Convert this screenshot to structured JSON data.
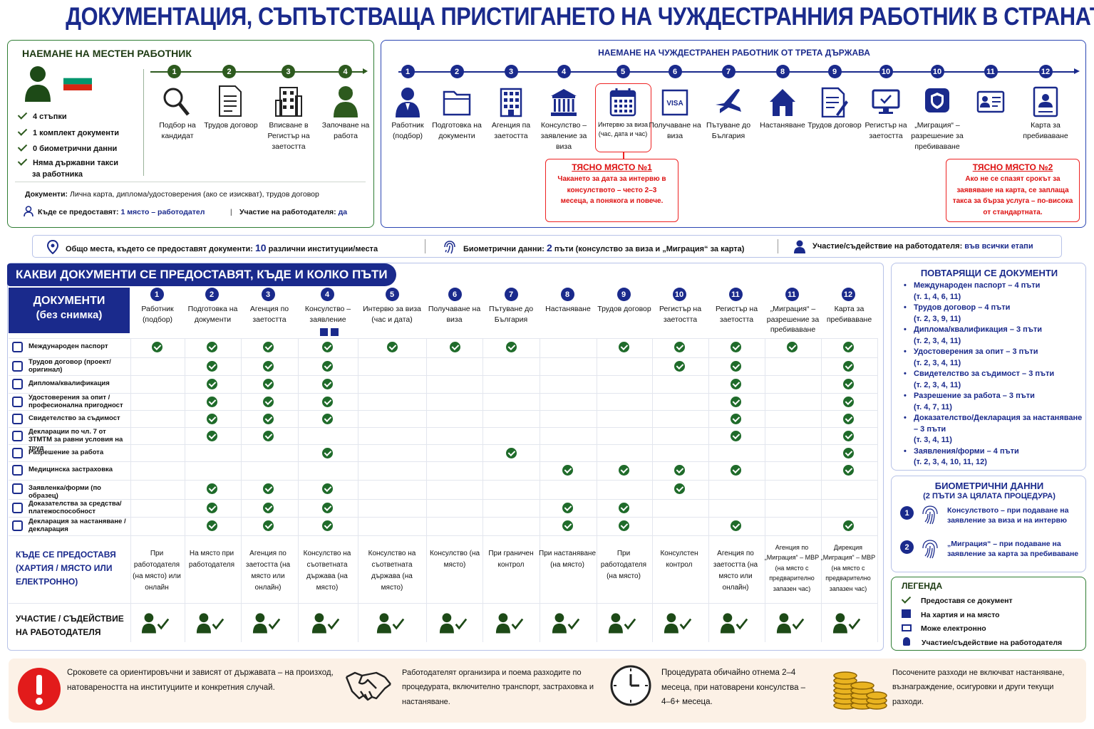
{
  "title": "ДОКУМЕНТАЦИЯ, СЪПЪТСТВАЩА ПРИСТИГАНЕТО НА ЧУЖДЕСТРАННИЯ РАБОТНИК В СТРАНАТА",
  "local": {
    "heading": "НАЕМАНЕ НА МЕСТЕН РАБОТНИК",
    "facts": [
      "4 стъпки",
      "1 комплект документи",
      "0 биометрични данни",
      "Няма държавни такси за работника"
    ],
    "steps": [
      {
        "n": "1",
        "label": "Подбор на кандидат"
      },
      {
        "n": "2",
        "label": "Трудов договор"
      },
      {
        "n": "3",
        "label": "Вписване в Регистър на заетостта"
      },
      {
        "n": "4",
        "label": "Започване на работа"
      }
    ],
    "documents_label": "Документи:",
    "documents_text": "Лична карта, диплома/удостоверения (ако се изискват), трудов договор",
    "where_label": "Къде се предоставят:",
    "where_text": "1 място – работодател",
    "participation_label": "Участие на работодателя:",
    "participation_text": "да"
  },
  "foreign": {
    "heading": "НАЕМАНЕ НА ЧУЖДЕСТРАНЕН РАБОТНИК ОТ ТРЕТА ДЪРЖАВА",
    "steps": [
      {
        "n": "1",
        "label": "Работник (подбор)"
      },
      {
        "n": "2",
        "label": "Подготовка на документи"
      },
      {
        "n": "3",
        "label": "Агенция па заетостта"
      },
      {
        "n": "4",
        "label": "Консулство – заявление за виза"
      },
      {
        "n": "5",
        "label": "Интервю за виза (час, дата и час)"
      },
      {
        "n": "6",
        "label": "Получаване на виза"
      },
      {
        "n": "7",
        "label": "Пътуване до България"
      },
      {
        "n": "8",
        "label": "Настаняване"
      },
      {
        "n": "9",
        "label": "Трудов договор"
      },
      {
        "n": "10",
        "label": "Регистър на заетостта"
      },
      {
        "n": "10",
        "label": "„Миграция“ – разрешение за пребиваване"
      },
      {
        "n": "11",
        "label": ""
      },
      {
        "n": "12",
        "label": "Карта за пребиваване"
      }
    ],
    "visa_text": "VISA",
    "bottleneck1_title": "ТЯСНО МЯСТО №1",
    "bottleneck1_text": "Чакането за дата за интервю в консулството – често 2–3 месеца, а понякога и повече.",
    "bottleneck2_title": "ТЯСНО МЯСТО №2",
    "bottleneck2_text": "Ако не се спазят срокът за заявяване на карта, се заплаща такса за бърза услуга – по-висока от стандартната."
  },
  "summary": {
    "places_label": "Общо места, където се предоставят документи:",
    "places_num": "10",
    "places_text": "различни институции/места",
    "bio_label": "Биометрични данни:",
    "bio_num": "2",
    "bio_text": "пъти (консулство за виза и „Миграция“ за карта)",
    "part_label": "Участие/съдействие на работодателя:",
    "part_text": "във всички етапи"
  },
  "table": {
    "section_title": "КАКВИ ДОКУМЕНТИ СЕ ПРЕДОСТАВЯТ, КЪДЕ И КОЛКО ПЪТИ",
    "doc_header": "ДОКУМЕНТИ",
    "doc_sub": "(без снимка)",
    "columns": [
      {
        "n": "1",
        "label": "Работник (подбор)"
      },
      {
        "n": "2",
        "label": "Подготовка на документи"
      },
      {
        "n": "3",
        "label": "Агенция по заетостта"
      },
      {
        "n": "4",
        "label": "Консулство – заявление"
      },
      {
        "n": "5",
        "label": "Интервю за виза (час и дата)"
      },
      {
        "n": "6",
        "label": "Получаване на виза"
      },
      {
        "n": "7",
        "label": "Пътуване до България"
      },
      {
        "n": "8",
        "label": "Настаняване"
      },
      {
        "n": "9",
        "label": "Трудов договор"
      },
      {
        "n": "10",
        "label": "Регистър на заетостта"
      },
      {
        "n": "11",
        "label": "Регистър на заетостта"
      },
      {
        "n": "11",
        "label": "„Миграция“ – разрешение за пребиваване"
      },
      {
        "n": "12",
        "label": "Карта за пребиваване"
      }
    ],
    "rows": [
      {
        "label": "Международен паспорт",
        "checks": [
          1,
          1,
          1,
          1,
          1,
          1,
          1,
          0,
          1,
          1,
          1,
          1,
          1
        ]
      },
      {
        "label": "Трудов договор (проект/оригинал)",
        "checks": [
          0,
          1,
          1,
          1,
          0,
          0,
          0,
          0,
          0,
          1,
          1,
          0,
          1
        ]
      },
      {
        "label": "Диплома/квалификация",
        "checks": [
          0,
          1,
          1,
          1,
          0,
          0,
          0,
          0,
          0,
          0,
          1,
          0,
          1
        ]
      },
      {
        "label": "Удостоверения за опит / професионална пригодност",
        "checks": [
          0,
          1,
          1,
          1,
          0,
          0,
          0,
          0,
          0,
          0,
          1,
          0,
          1
        ]
      },
      {
        "label": "Свидетелство за съдимост",
        "checks": [
          0,
          1,
          1,
          1,
          0,
          0,
          0,
          0,
          0,
          0,
          1,
          0,
          1
        ]
      },
      {
        "label": "Декларации по чл. 7 от ЗТМТМ за равни условия на труд",
        "checks": [
          0,
          1,
          1,
          0,
          0,
          0,
          0,
          0,
          0,
          0,
          1,
          0,
          1
        ]
      },
      {
        "label": "Разрешение за работа",
        "checks": [
          0,
          0,
          0,
          1,
          0,
          0,
          1,
          0,
          0,
          0,
          0,
          0,
          1
        ]
      },
      {
        "label": "Медицинска застраховка",
        "checks": [
          0,
          0,
          0,
          0,
          0,
          0,
          0,
          1,
          1,
          1,
          1,
          0,
          1
        ]
      },
      {
        "label": "Заявленка/форми (по образец)",
        "checks": [
          0,
          1,
          1,
          1,
          0,
          0,
          0,
          0,
          0,
          1,
          0,
          0,
          0
        ]
      },
      {
        "label": "Доказателства за средства/платежоспособност",
        "checks": [
          0,
          1,
          1,
          1,
          0,
          0,
          0,
          1,
          1,
          0,
          0,
          0,
          0
        ]
      },
      {
        "label": "Декларация за настаняване / декларация",
        "checks": [
          0,
          1,
          1,
          1,
          0,
          0,
          0,
          1,
          1,
          0,
          1,
          0,
          1
        ]
      }
    ],
    "where_title": "КЪДЕ СЕ ПРЕДОСТАВЯ (ХАРТИЯ / МЯСТО ИЛИ ЕЛЕКТРОННО)",
    "where": [
      "При работодателя (на място) или онлайн",
      "На място при работодателя",
      "Агенция по заетостта (на място или онлайн)",
      "Консулство на съответната държава (на място)",
      "Консулство на съответната държава (на място)",
      "Консулство (на място)",
      "При граничен контрол",
      "При настаняване (на място)",
      "При работодателя (на място)",
      "Консулстен контрол",
      "Агенция по заетостта (на място или онлайн)",
      "Агенция по „Миграция“ – МВР (на място с предварително запазен час)",
      "Дирекция „Миграция“ – МВР (на място с предварително запазен час)"
    ],
    "participation_title": "УЧАСТИЕ / СЪДЕЙСТВИЕ НА РАБОТОДАТЕЛЯ"
  },
  "repeating": {
    "title": "ПОВТАРЯЩИ СЕ ДОКУМЕНТИ",
    "items": [
      {
        "name": "Международен паспорт – 4 пъти",
        "refs": "(т. 1, 4, 6, 11)"
      },
      {
        "name": "Трудов договор – 4 пъти",
        "refs": "(т. 2, 3, 9, 11)"
      },
      {
        "name": "Диплома/квалификация – 3 пъти",
        "refs": "(т. 2, 3, 4, 11)"
      },
      {
        "name": "Удостоверения за опит – 3 пъти",
        "refs": "(т. 2, 3, 4, 11)"
      },
      {
        "name": "Свидетелство за съдимост – 3 пъти",
        "refs": "(т. 2, 3, 4, 11)"
      },
      {
        "name": "Разрешение за работа – 3 пъти",
        "refs": "(т. 4, 7, 11)"
      },
      {
        "name": "Доказателство/Декларация за настаняване – 3 пъти",
        "refs": "(т. 3, 4, 11)"
      },
      {
        "name": "Заявления/форми – 4 пъти",
        "refs": "(т. 2, 3, 4, 10, 11, 12)"
      }
    ]
  },
  "biometric": {
    "title": "БИОМЕТРИЧНИ ДАННИ",
    "subtitle": "(2 ПЪТИ ЗА ЦЯЛАТА ПРОЦЕДУРА)",
    "items": [
      {
        "n": "1",
        "text": "Консулството – при подаване на заявление за виза и на интервю"
      },
      {
        "n": "2",
        "text": "„Миграция“ – при подаване на заявление за карта за пребиваване"
      }
    ]
  },
  "legend": {
    "title": "ЛЕГЕНДА",
    "items": [
      "Предоставя се документ",
      "На хартия и на място",
      "Може електронно",
      "Участие/съдействие на работодателя"
    ]
  },
  "footer": [
    "Сроковете са ориентировъчни и зависят от държавата – на произход, натовареността на институциите и конкретния случай.",
    "Работодателят организира и поема разходите по процедурата, включително транспорт, застраховка и настаняване.",
    "Процедурата обичайно отнема 2–4 месеца, при натоварени консулства – 4–6+ месеца.",
    "Посочените разходи не включват настаняване, възнаграждение, осигуровки и други текущи разходи."
  ],
  "colors": {
    "navy": "#1a2a8c",
    "green": "#2d5a1e",
    "check": "#1f6b2a",
    "red": "#dd1111",
    "blue": "#2b46b3"
  }
}
